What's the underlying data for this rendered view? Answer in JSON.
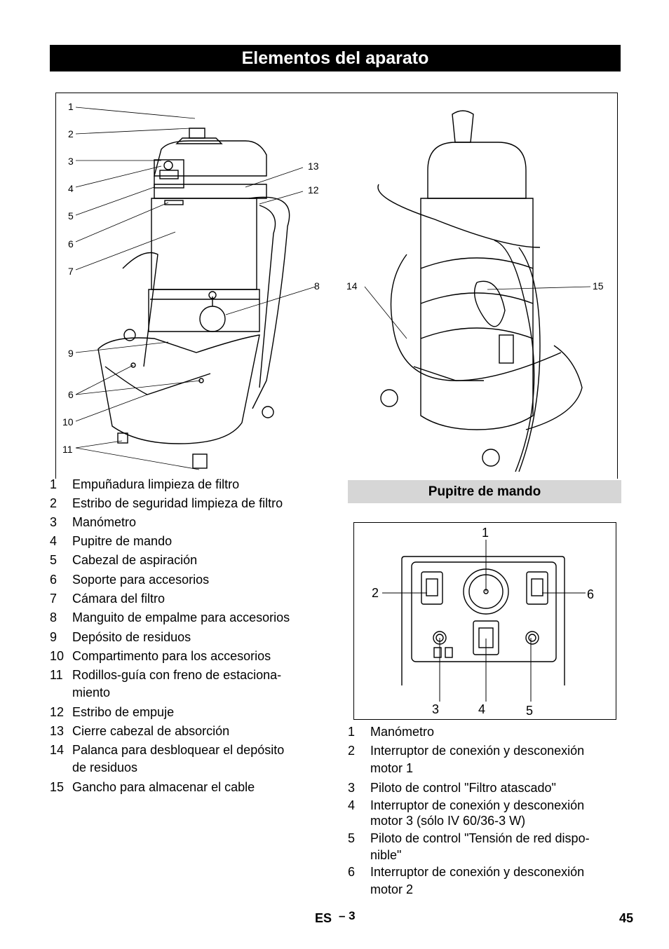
{
  "header": {
    "title": "Elementos del aparato"
  },
  "figure": {
    "callouts": [
      "1",
      "2",
      "3",
      "4",
      "5",
      "6",
      "7",
      "13",
      "12",
      "8",
      "14",
      "15",
      "9",
      "6",
      "10",
      "11"
    ]
  },
  "components": [
    {
      "num": "1",
      "text": "Empuñadura limpieza de filtro"
    },
    {
      "num": "2",
      "text": "Estribo de seguridad limpieza de filtro"
    },
    {
      "num": "3",
      "text": "Manómetro"
    },
    {
      "num": "4",
      "text": "Pupitre de mando"
    },
    {
      "num": "5",
      "text": "Cabezal de aspiración"
    },
    {
      "num": "6",
      "text": "Soporte para accesorios"
    },
    {
      "num": "7",
      "text": "Cámara del filtro"
    },
    {
      "num": "8",
      "text": "Manguito de empalme para accesorios"
    },
    {
      "num": "9",
      "text": "Depósito de residuos"
    },
    {
      "num": "10",
      "text": "Compartimento para los accesorios"
    },
    {
      "num": "11",
      "text": "Rodillos-guía con freno de estaciona-",
      "text2": "miento"
    },
    {
      "num": "12",
      "text": "Estribo de empuje"
    },
    {
      "num": "13",
      "text": "Cierre cabezal de absorción"
    },
    {
      "num": "14",
      "text": "Palanca para desbloquear el depósito",
      "text2": "de residuos"
    },
    {
      "num": "15",
      "text": "Gancho para almacenar el cable"
    }
  ],
  "control_panel": {
    "heading": "Pupitre de mando",
    "callouts": [
      "1",
      "2",
      "6",
      "3",
      "4",
      "5"
    ],
    "items": [
      {
        "num": "1",
        "text": "Manómetro"
      },
      {
        "num": "2",
        "text": "Interruptor de conexión y desconexión",
        "text2": "motor 1"
      },
      {
        "num": "3",
        "text": "Piloto de control \"Filtro atascado\""
      },
      {
        "num": "4",
        "text": "Interruptor de conexión y desconexión",
        "text2": "motor 3 (sólo IV 60/36-3 W)"
      },
      {
        "num": "5",
        "text": "Piloto de control \"Tensión de red dispo-",
        "text2": "nible\""
      },
      {
        "num": "6",
        "text": "Interruptor de conexión y desconexión",
        "text2": "motor 2"
      }
    ]
  },
  "footer": {
    "lang": "ES",
    "dash_page": "– 3",
    "page": "45"
  }
}
